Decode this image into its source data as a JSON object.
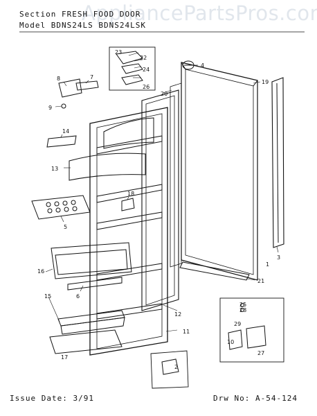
{
  "header": {
    "section_label": "Section",
    "section_value": "FRESH FOOD DOOR",
    "model_label": "Model",
    "model_value": "BDNS24LS  BDNS24LSK"
  },
  "watermark": "AppliancePartsPros.com",
  "footer": {
    "issue_date": "Issue Date: 3/91",
    "drawing_no": "Drw No: A-54-124"
  },
  "callouts": [
    "1",
    "2",
    "3",
    "4",
    "5",
    "6",
    "7",
    "8",
    "9",
    "10",
    "11",
    "12",
    "13",
    "14",
    "15",
    "16",
    "17",
    "18",
    "19",
    "20",
    "21",
    "22",
    "23",
    "24",
    "25",
    "26",
    "27",
    "28",
    "29"
  ]
}
